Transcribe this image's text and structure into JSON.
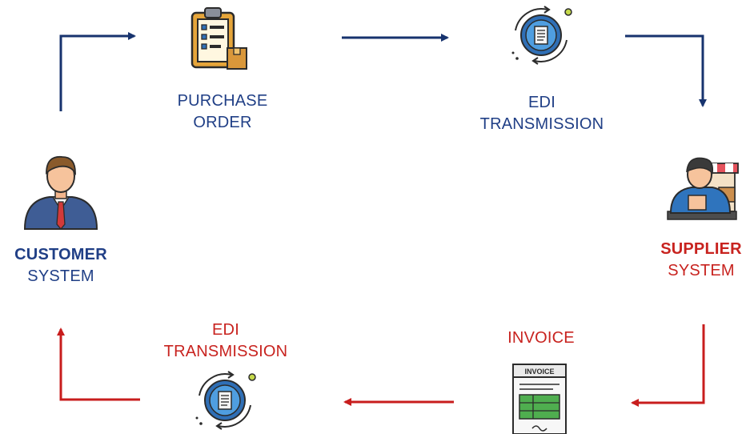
{
  "colors": {
    "blue_arrow": "#17336e",
    "red_arrow": "#c81d1d",
    "blue_text": "#203f86",
    "red_text": "#c8231f"
  },
  "nodes": {
    "customer": {
      "line1": "CUSTOMER",
      "line2": "SYSTEM",
      "icon": "businessman-icon"
    },
    "purchase_order": {
      "line1": "PURCHASE",
      "line2": "ORDER",
      "icon": "clipboard-checklist-icon"
    },
    "edi_top": {
      "line1": "EDI",
      "line2": "TRANSMISSION",
      "icon": "document-exchange-icon"
    },
    "supplier": {
      "line1": "SUPPLIER",
      "line2": "SYSTEM",
      "icon": "shop-seller-icon"
    },
    "invoice": {
      "label": "INVOICE",
      "doc_header": "INVOICE",
      "icon": "invoice-document-icon"
    },
    "edi_bottom": {
      "line1": "EDI",
      "line2": "TRANSMISSION",
      "icon": "document-exchange-icon"
    }
  }
}
